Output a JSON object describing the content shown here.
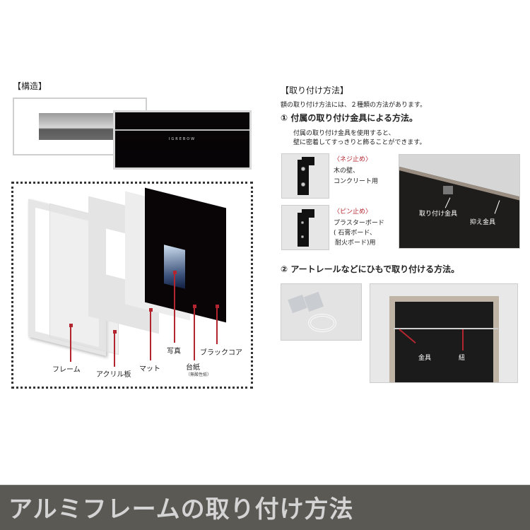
{
  "structure": {
    "heading": "【構造】",
    "preview": {
      "brand": "IGREBOW"
    },
    "layers": [
      {
        "label": "フレーム",
        "sublabel": ""
      },
      {
        "label": "アクリル板",
        "sublabel": ""
      },
      {
        "label": "マット",
        "sublabel": ""
      },
      {
        "label": "写真",
        "sublabel": ""
      },
      {
        "label": "台紙",
        "sublabel": "（無酸性紙）"
      },
      {
        "label": "ブラックコア",
        "sublabel": ""
      }
    ]
  },
  "mounting": {
    "heading": "【取り付け方法】",
    "intro": "額の取り付け方法には、２種類の方法があります。",
    "method1": {
      "title": "① 付属の取り付け金具による方法。",
      "desc_line1": "付属の取り付け金具を使用すると、",
      "desc_line2": "壁に密着してすっきりと飾ることができます。",
      "screw": {
        "label": "〈ネジ止め〉",
        "desc_line1": "木の壁、",
        "desc_line2": "コンクリート用"
      },
      "pin": {
        "label": "〈ピン止め〉",
        "desc_line1": "プラスターボード",
        "desc_line2": "( 石膏ボード、",
        "desc_line3": "耐火ボード)用"
      },
      "photo_labels": {
        "bracket": "取り付け金具",
        "holder": "抑え金具"
      }
    },
    "method2": {
      "title": "② アートレールなどにひもで取り付ける方法。",
      "photo_labels": {
        "fitting": "金具",
        "cord": "紐"
      }
    }
  },
  "banner": {
    "title": "アルミフレームの取り付け方法"
  },
  "colors": {
    "accent_red": "#b3262f",
    "banner_bg": "#5a5954",
    "banner_text": "#d4d4d4"
  }
}
